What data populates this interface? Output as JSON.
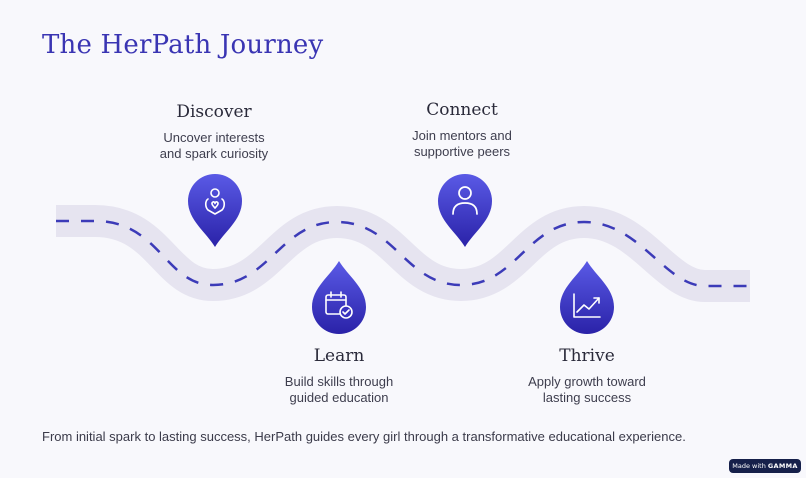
{
  "title": "The HerPath Journey",
  "stages": [
    {
      "id": "discover",
      "title": "Discover",
      "line1": "Uncover interests",
      "line2": "and spark curiosity",
      "icon": "heart-person-icon"
    },
    {
      "id": "connect",
      "title": "Connect",
      "line1": "Join mentors and",
      "line2": "supportive peers",
      "icon": "person-icon"
    },
    {
      "id": "learn",
      "title": "Learn",
      "line1": "Build skills through",
      "line2": "guided education",
      "icon": "calendar-check-icon"
    },
    {
      "id": "thrive",
      "title": "Thrive",
      "line1": "Apply growth toward",
      "line2": "lasting success",
      "icon": "chart-growth-icon"
    }
  ],
  "footer": "From initial spark to lasting success, HerPath guides every girl through a transformative educational experience.",
  "badge": {
    "prefix": "Made with",
    "brand": "GAMMA"
  },
  "colors": {
    "accent": "#3a35b3",
    "road": "#e6e4f0",
    "dash": "#3c3bb8",
    "pin_top": "#5a5ae6",
    "pin_bottom": "#2a22a8"
  }
}
